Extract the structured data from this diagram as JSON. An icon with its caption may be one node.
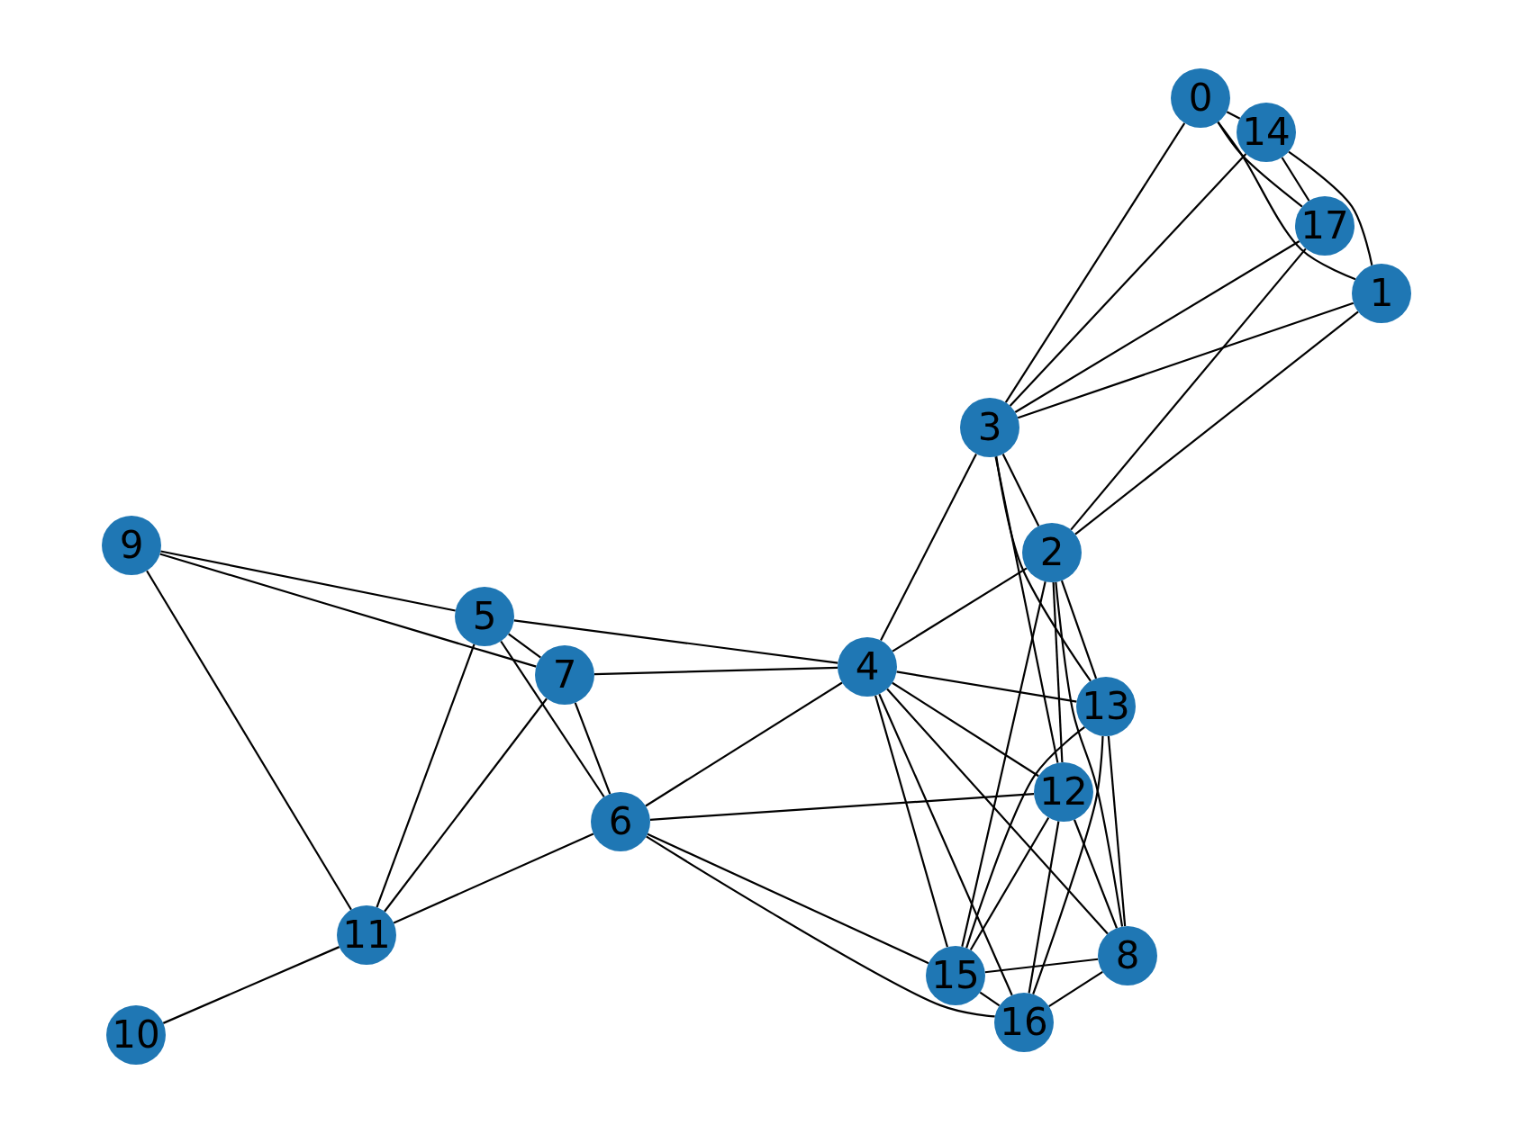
{
  "diagram": {
    "nodes": [
      {
        "text": [
          "0"
        ]
      },
      {
        "text": [
          "1"
        ]
      },
      {
        "text": [
          "2"
        ]
      },
      {
        "text": [
          "3"
        ]
      },
      {
        "text": [
          "4"
        ]
      },
      {
        "text": [
          "5"
        ]
      },
      {
        "text": [
          "6"
        ]
      },
      {
        "text": [
          "7"
        ]
      },
      {
        "text": [
          "8"
        ]
      },
      {
        "text": [
          "9"
        ]
      },
      {
        "text": [
          "10"
        ]
      },
      {
        "text": [
          "11"
        ]
      },
      {
        "text": [
          "12"
        ]
      },
      {
        "text": [
          "13"
        ]
      },
      {
        "text": [
          "14"
        ]
      },
      {
        "text": [
          "15"
        ]
      },
      {
        "text": [
          "16"
        ]
      },
      {
        "text": [
          "17"
        ]
      }
    ],
    "edges": [
      {
        "from": 0,
        "to": 14,
        "arrow": "none"
      },
      {
        "from": 0,
        "to": 3,
        "arrow": "none"
      },
      {
        "from": 0,
        "to": 17,
        "arrow": "none"
      },
      {
        "from": 0,
        "to": 1,
        "arrow": "none"
      },
      {
        "from": 1,
        "to": 3,
        "arrow": "none"
      },
      {
        "from": 1,
        "to": 2,
        "arrow": "none"
      },
      {
        "from": 14,
        "to": 1,
        "arrow": "none"
      },
      {
        "from": 14,
        "to": 3,
        "arrow": "none"
      },
      {
        "from": 14,
        "to": 17,
        "arrow": "none"
      },
      {
        "from": 17,
        "to": 3,
        "arrow": "none"
      },
      {
        "from": 17,
        "to": 2,
        "arrow": "none"
      },
      {
        "from": 2,
        "to": 3,
        "arrow": "none"
      },
      {
        "from": 2,
        "to": 4,
        "arrow": "none"
      },
      {
        "from": 2,
        "to": 13,
        "arrow": "none"
      },
      {
        "from": 2,
        "to": 12,
        "arrow": "none"
      },
      {
        "from": 2,
        "to": 8,
        "arrow": "none"
      },
      {
        "from": 2,
        "to": 15,
        "arrow": "none"
      },
      {
        "from": 3,
        "to": 4,
        "arrow": "none"
      },
      {
        "from": 3,
        "to": 13,
        "arrow": "none"
      },
      {
        "from": 3,
        "to": 12,
        "arrow": "none"
      },
      {
        "from": 4,
        "to": 5,
        "arrow": "none"
      },
      {
        "from": 4,
        "to": 7,
        "arrow": "none"
      },
      {
        "from": 4,
        "to": 6,
        "arrow": "none"
      },
      {
        "from": 4,
        "to": 13,
        "arrow": "none"
      },
      {
        "from": 4,
        "to": 12,
        "arrow": "none"
      },
      {
        "from": 4,
        "to": 15,
        "arrow": "none"
      },
      {
        "from": 4,
        "to": 16,
        "arrow": "none"
      },
      {
        "from": 4,
        "to": 8,
        "arrow": "none"
      },
      {
        "from": 5,
        "to": 9,
        "arrow": "none"
      },
      {
        "from": 5,
        "to": 7,
        "arrow": "none"
      },
      {
        "from": 5,
        "to": 6,
        "arrow": "none"
      },
      {
        "from": 5,
        "to": 11,
        "arrow": "none"
      },
      {
        "from": 6,
        "to": 7,
        "arrow": "none"
      },
      {
        "from": 6,
        "to": 12,
        "arrow": "none"
      },
      {
        "from": 6,
        "to": 11,
        "arrow": "none"
      },
      {
        "from": 6,
        "to": 15,
        "arrow": "none"
      },
      {
        "from": 6,
        "to": 16,
        "arrow": "none"
      },
      {
        "from": 7,
        "to": 9,
        "arrow": "none"
      },
      {
        "from": 7,
        "to": 11,
        "arrow": "none"
      },
      {
        "from": 9,
        "to": 11,
        "arrow": "none"
      },
      {
        "from": 10,
        "to": 11,
        "arrow": "none"
      },
      {
        "from": 12,
        "to": 15,
        "arrow": "none"
      },
      {
        "from": 12,
        "to": 16,
        "arrow": "none"
      },
      {
        "from": 12,
        "to": 8,
        "arrow": "none"
      },
      {
        "from": 13,
        "to": 15,
        "arrow": "none"
      },
      {
        "from": 13,
        "to": 16,
        "arrow": "none"
      },
      {
        "from": 13,
        "to": 8,
        "arrow": "none"
      },
      {
        "from": 15,
        "to": 8,
        "arrow": "none"
      },
      {
        "from": 15,
        "to": 16,
        "arrow": "none"
      },
      {
        "from": 16,
        "to": 8,
        "arrow": "none"
      }
    ]
  }
}
